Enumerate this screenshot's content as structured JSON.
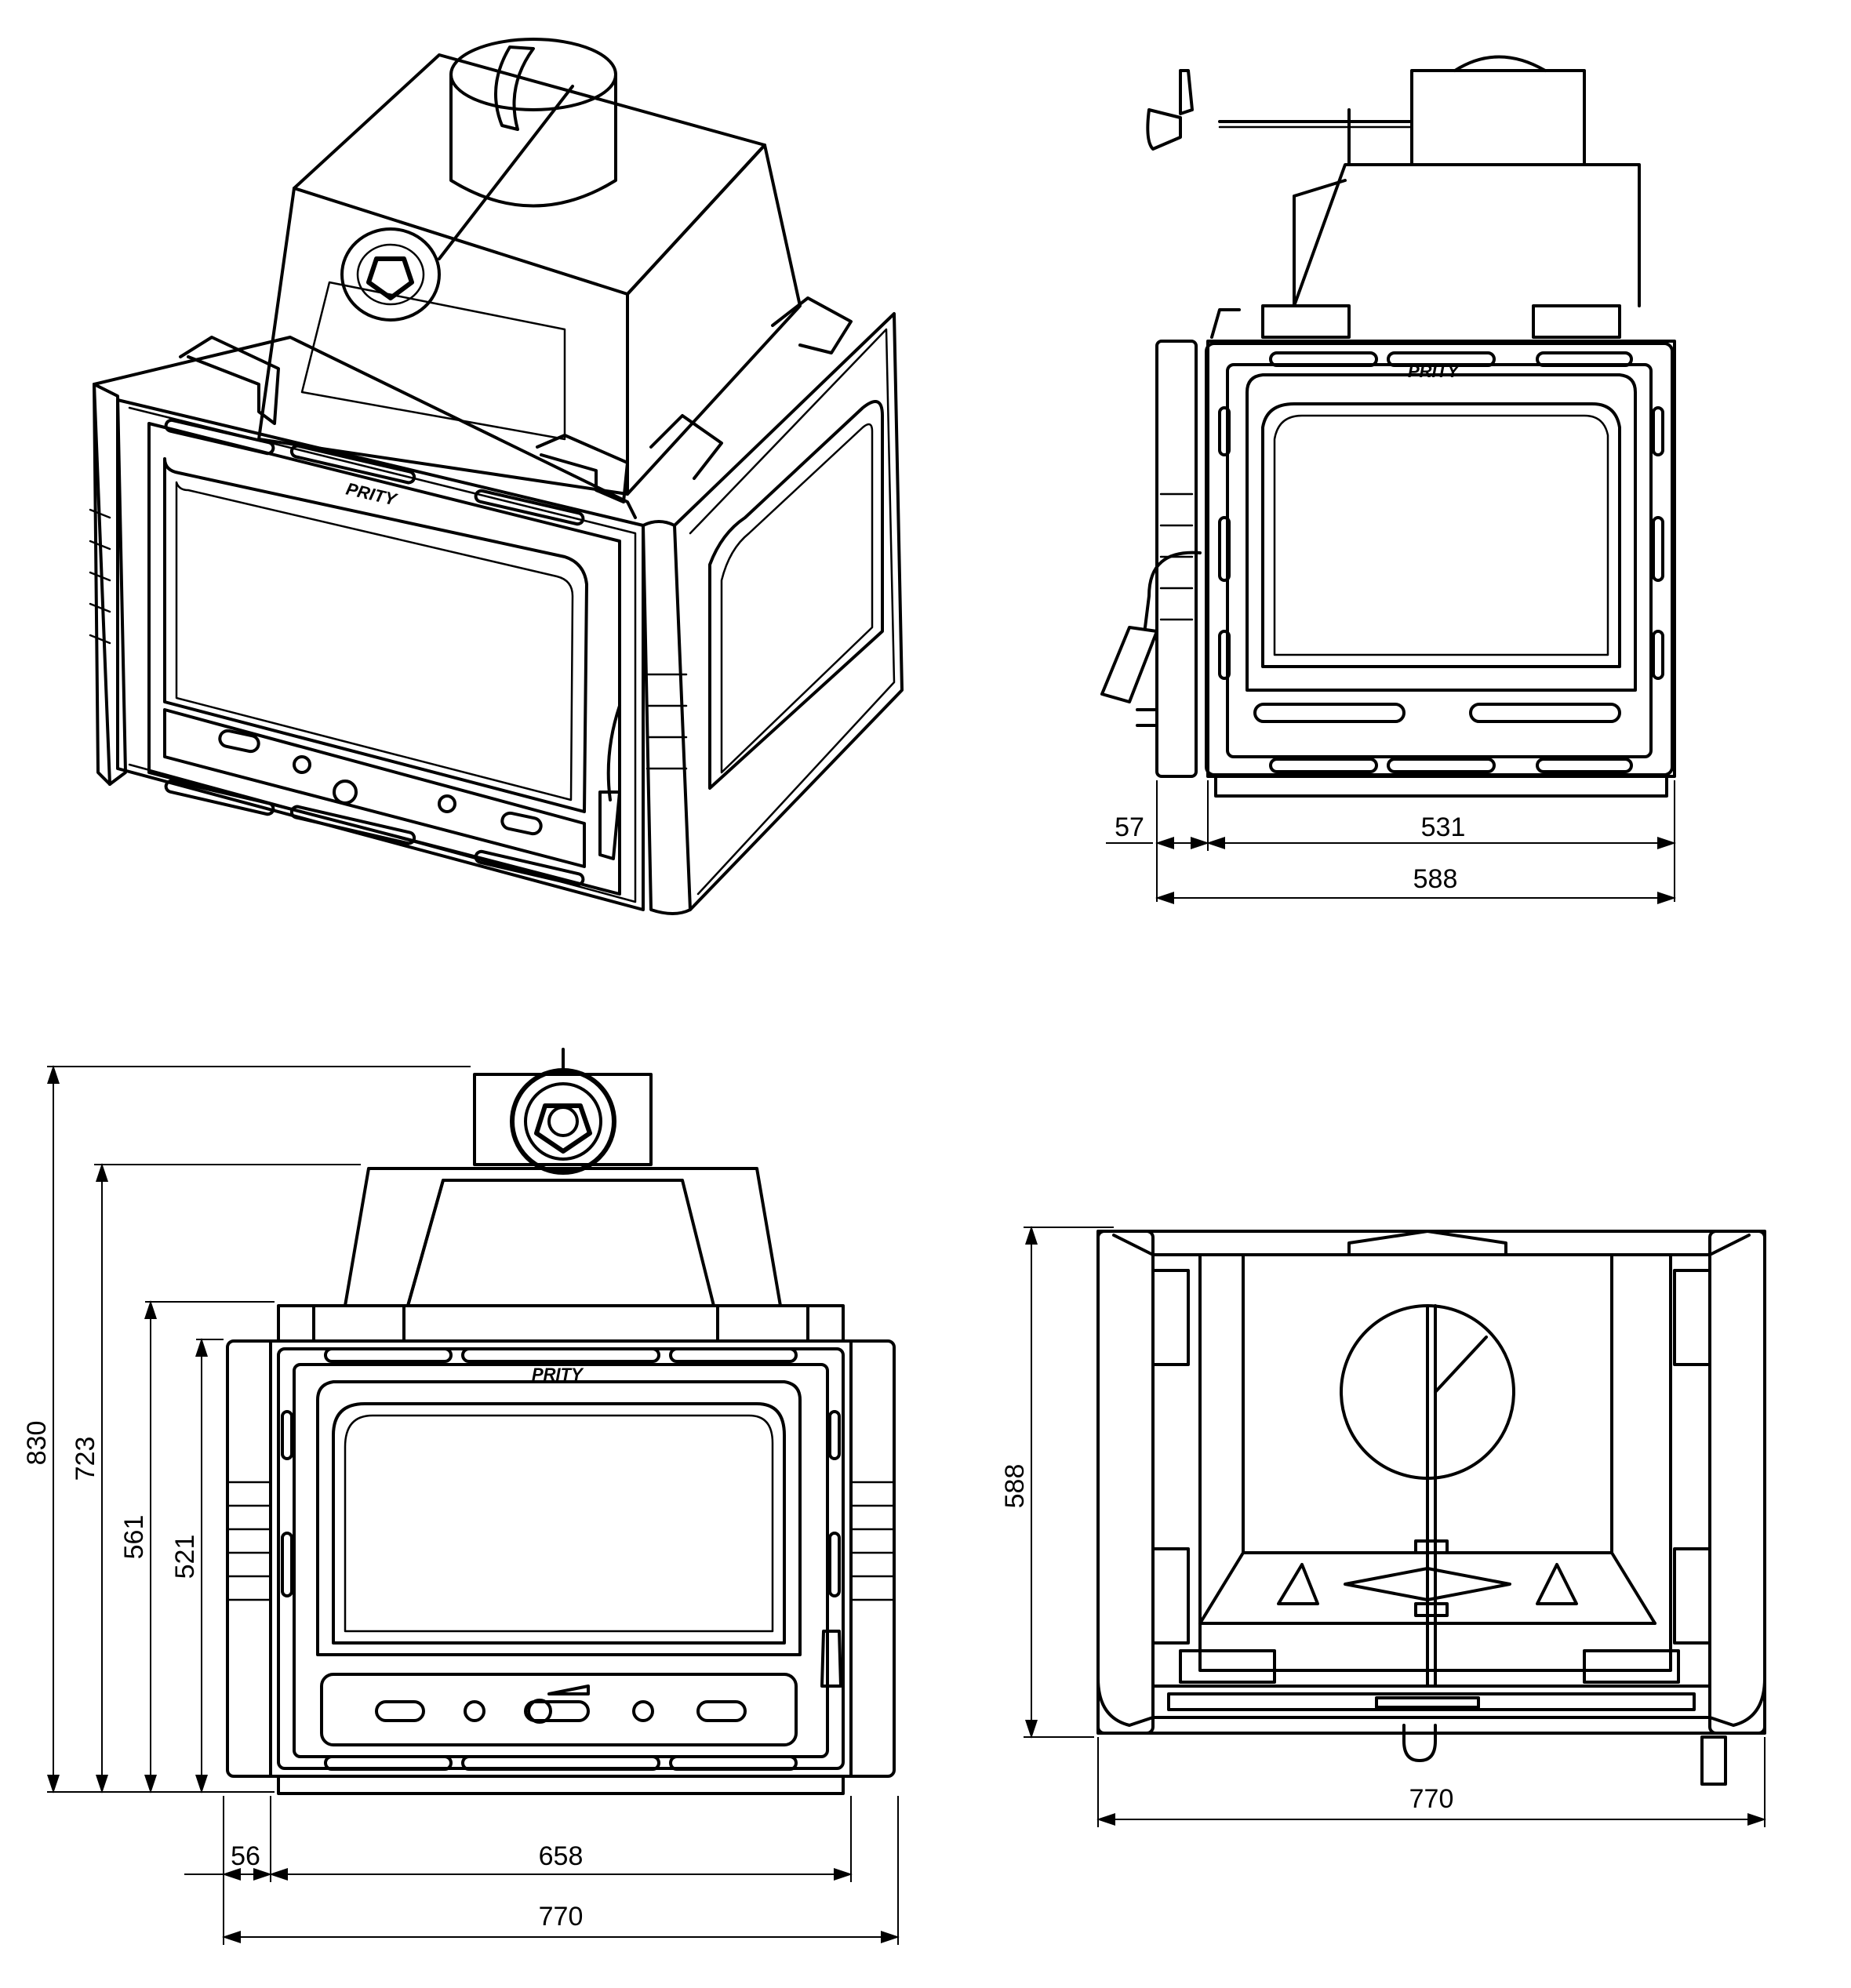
{
  "brand": "PRITY",
  "views": {
    "isometric": {},
    "side": {
      "dims": {
        "offset": "57",
        "inner_width": "531",
        "overall_width": "588"
      }
    },
    "front": {
      "dims": {
        "height_overall": "830",
        "height_body": "723",
        "height_frame": "561",
        "height_door": "521",
        "offset": "56",
        "inner_width": "658",
        "overall_width": "770"
      }
    },
    "top": {
      "dims": {
        "depth": "588",
        "width": "770"
      }
    }
  }
}
